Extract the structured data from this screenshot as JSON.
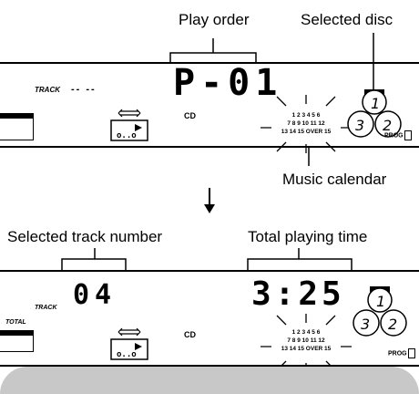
{
  "top_panel": {
    "callouts": {
      "play_order": "Play order",
      "selected_disc": "Selected disc",
      "music_calendar": "Music calendar"
    },
    "track_label": "TRACK",
    "track_value": "-- --",
    "main_display": "P-01",
    "cd_label": "CD",
    "prog_label": "PROG",
    "disc_numbers": [
      "1",
      "3",
      "2"
    ],
    "calendar_rows": [
      "1 2 3 4 5 6",
      "7 8 9 10 11 12",
      "13 14 15 OVER 15"
    ]
  },
  "bottom_panel": {
    "callouts": {
      "selected_track_number": "Selected track number",
      "total_playing_time": "Total playing time"
    },
    "track_label": "TRACK",
    "total_label": "TOTAL",
    "track_value": "04",
    "time_value": "3:25",
    "cd_label": "CD",
    "prog_label": "PROG",
    "disc_numbers": [
      "1",
      "3",
      "2"
    ],
    "calendar_rows": [
      "1 2 3 4 5 6",
      "7 8 9 10 11 12",
      "13 14 15 OVER 15"
    ]
  },
  "icons": {
    "arrow": "down-arrow-icon",
    "repeat": "repeat-icon",
    "play": "play-icon"
  }
}
